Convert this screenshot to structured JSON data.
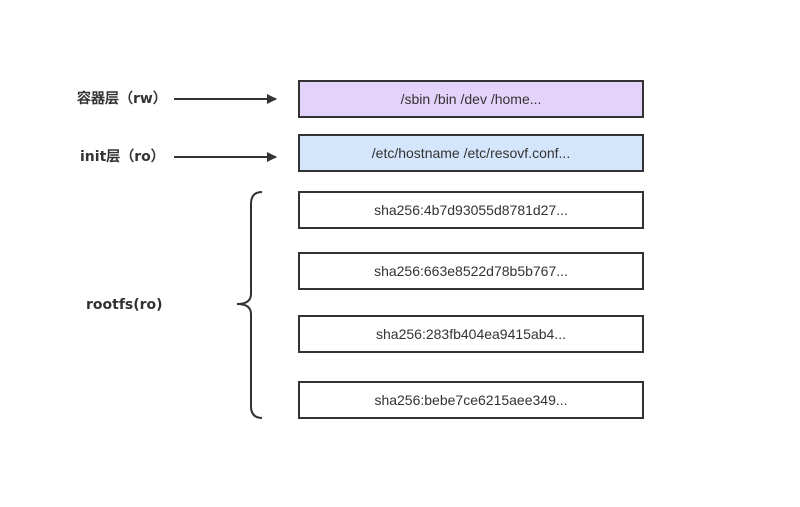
{
  "labels": {
    "container_layer": "容器层（rw）",
    "init_layer": "init层（ro）",
    "rootfs": "rootfs(ro)"
  },
  "layers": {
    "container": "/sbin /bin /dev /home...",
    "init": "/etc/hostname /etc/resovf.conf...",
    "rootfs": [
      "sha256:4b7d93055d8781d27...",
      "sha256:663e8522d78b5b767...",
      "sha256:283fb404ea9415ab4...",
      "sha256:bebe7ce6215aee349..."
    ]
  },
  "colors": {
    "container_fill": "#E3D3FA",
    "init_fill": "#D4E6FB",
    "rootfs_fill": "#FFFFFF",
    "stroke": "#333333"
  }
}
